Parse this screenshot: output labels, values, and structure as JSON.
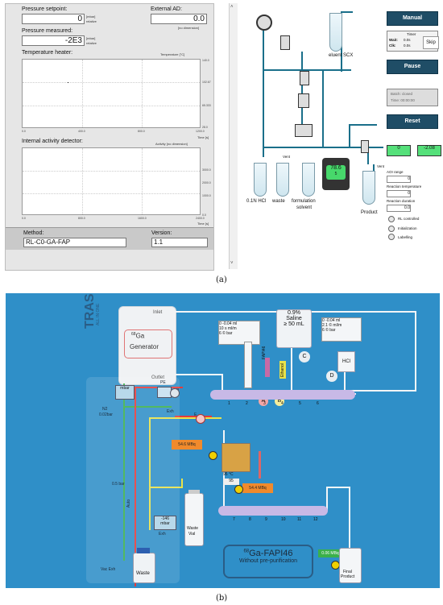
{
  "panel_a": {
    "caption": "(a)",
    "left": {
      "pressure_setpoint": {
        "label": "Pressure setpoint:",
        "value": "0",
        "unit1": "[mbar]",
        "unit2": "relative"
      },
      "external_ad": {
        "label": "External AD:",
        "value": "0.0",
        "unit": "[no dimension]"
      },
      "pressure_measured": {
        "label": "Pressure measured:",
        "value": "-2E3",
        "unit1": "[mbar]",
        "unit2": "relative"
      },
      "temp_plot": {
        "title": "Temperature heater:",
        "yaxis": "Temperature [°C]",
        "xaxis": "Time [s]",
        "x_ticks": [
          "0.0",
          "400.0",
          "800.0",
          "1200.0"
        ],
        "y_ticks": [
          "140.0",
          "102.67",
          "65.333",
          "28.0"
        ]
      },
      "activity_plot": {
        "title": "Internal activity detector:",
        "yaxis": "Activity [no dimension]",
        "xaxis": "Time [s]",
        "x_ticks": [
          "0.0",
          "800.0",
          "1600.0",
          "2400.0"
        ],
        "y_ticks": [
          "3000.0",
          "2000.0",
          "1000.0",
          "0.0"
        ]
      },
      "method": {
        "label": "Method:",
        "value": "RL-C0-GA-FAP"
      },
      "version": {
        "label": "Version:",
        "value": "1.1"
      }
    },
    "right": {
      "labels": {
        "eluent": "eluent SCX",
        "hcl": "0.1N HCl",
        "waste": "waste",
        "formulation": "formulation",
        "solvent": "solvent",
        "product": "Product",
        "vent1": "Vent",
        "vent2": "Vent",
        "reactor_temp": "78.6",
        "reactor_sub": "5"
      },
      "buttons": {
        "manual": "Manual",
        "pause": "Pause",
        "reset": "Reset",
        "skip": "Skip"
      },
      "timer": {
        "title": "Timer",
        "wait": "Wait:",
        "wait_val": "0.0s",
        "clk": "Clk:",
        "clk_val": "0.0s"
      },
      "batch": {
        "line1": "Batch: closed",
        "line2": "Time: 00:00:00"
      },
      "readouts": {
        "aoi_range_label": "AOI range",
        "aoi_range": "0",
        "reaction_temp_label": "Reaction temperature",
        "reaction_temp": "0",
        "reaction_duration_label": "Reaction duration",
        "reaction_duration": "0.0",
        "green1": "0",
        "green2": "-2.08"
      },
      "radios": [
        "RL controlled",
        "Initialization",
        "Labelling"
      ]
    }
  },
  "panel_b": {
    "caption": "(b)",
    "brand": "TRASIS",
    "brand_sub": "ALL IN ONE",
    "inlet": "Inlet",
    "outlet": "Outlet",
    "generator": "Generator",
    "generator_mass": "68",
    "generator_el": "Ga",
    "saline_line1": "0.9%",
    "saline_line2": "Saline",
    "saline_line3": "≥ 50 mL",
    "hcl": "HCl",
    "fapi46": "FAPI46",
    "ethanol": "Ethanol",
    "label_a": "A",
    "label_b": "B",
    "label_c": "C",
    "label_d": "D",
    "waste_vial1": "Waste",
    "waste_vial2": "Vial",
    "waste": "Waste",
    "vac_exh": "Vac Exh",
    "final_product1": "Final",
    "final_product2": "Product",
    "product_title_mass": "68",
    "product_title": "Ga-FAPI46",
    "product_sub": "Without pre-purification",
    "reactor_temp": "95 °C",
    "reactor_setpoint": "95",
    "activity1": "54.6 MBq",
    "activity2": "54.4 MBq",
    "activity3": "0.06 MBq",
    "pressure1": "-146",
    "pressure_unit": "mbar",
    "pressure2": "0.02bar",
    "syr_table1": [
      "0  -0.04 ml",
      "10  s  ml/m",
      "6  ©  bar"
    ],
    "syr_table2": [
      "0  -0.04 ml",
      "2.1  ©  ml/m",
      "6  ©  bar"
    ],
    "cassette_nums_top": [
      "1",
      "2",
      "3",
      "4",
      "5",
      "6"
    ],
    "cassette_nums_bottom": [
      "7",
      "8",
      "9",
      "10",
      "11",
      "12"
    ],
    "side_labels": [
      "N2",
      "Auto",
      "0.5 bar",
      "Exh",
      "Exh",
      "PE",
      "E",
      "P"
    ]
  }
}
